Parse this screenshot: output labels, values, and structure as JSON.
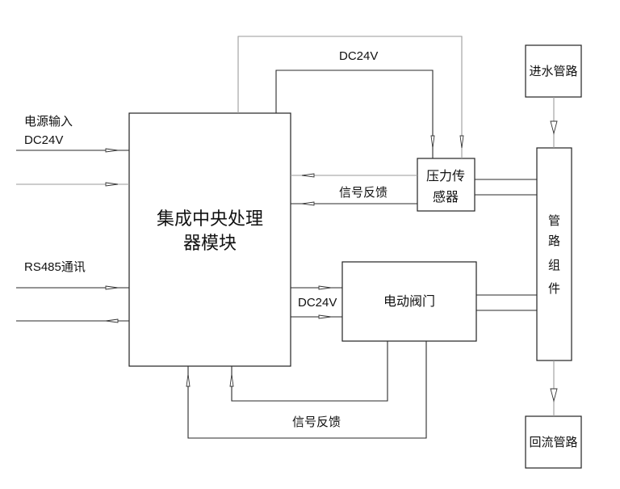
{
  "blocks": {
    "cpu": "集成中央处理器模块",
    "cpu_line1": "集成中央处理",
    "cpu_line2": "器模块",
    "pressure_sensor_line1": "压力传",
    "pressure_sensor_line2": "感器",
    "electric_valve": "电动阀门",
    "inlet_pipe": "进水管路",
    "pipe_assembly": [
      "管",
      "路",
      "组",
      "件"
    ],
    "return_pipe": "回流管路"
  },
  "labels": {
    "power_input_line1": "电源输入",
    "power_input_line2": "DC24V",
    "rs485": "RS485通讯",
    "dc24v_sensor": "DC24V",
    "dc24v_valve": "DC24V",
    "feedback_sensor": "信号反馈",
    "feedback_valve": "信号反馈"
  }
}
